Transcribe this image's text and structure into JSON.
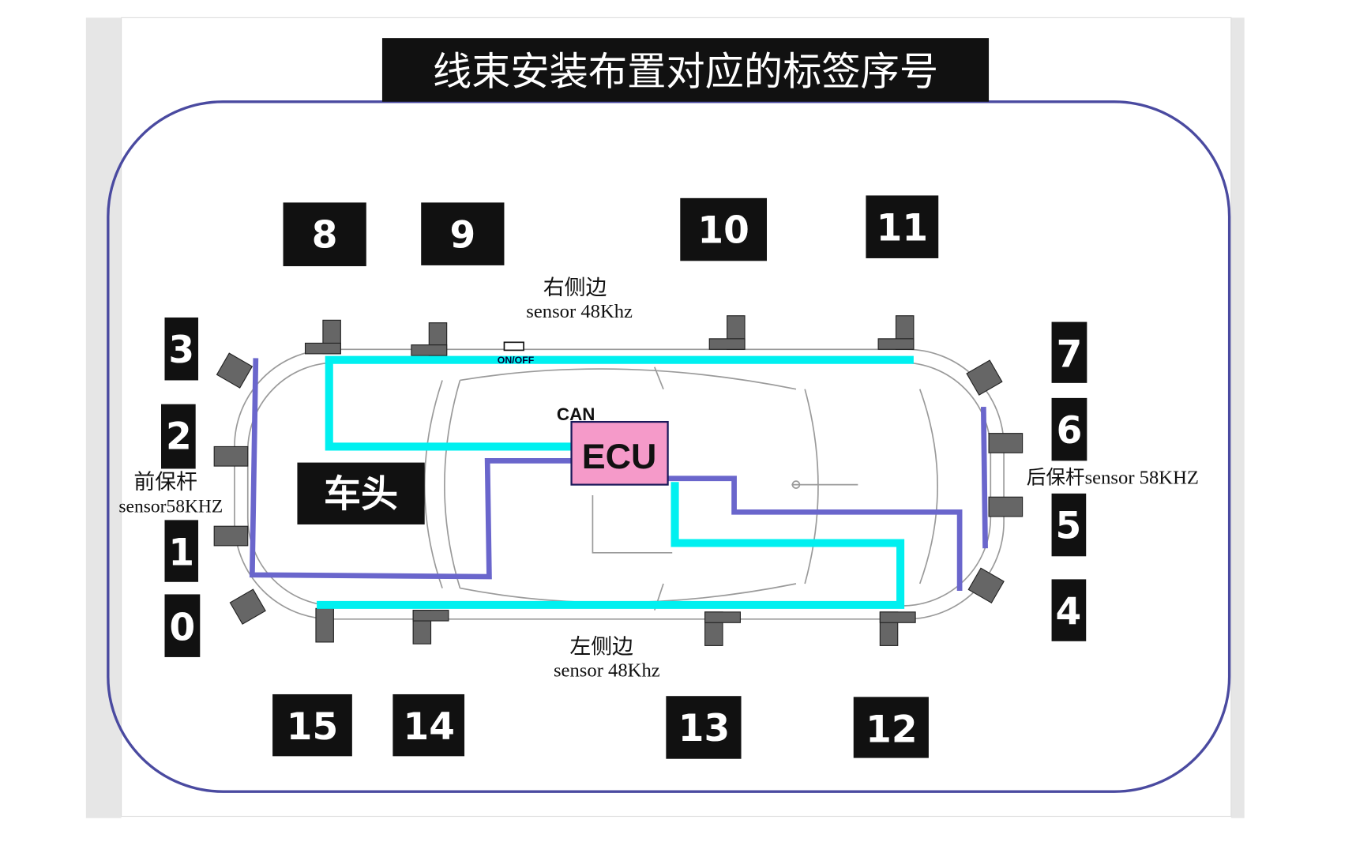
{
  "title": "线束安装布置对应的标签序号",
  "colors": {
    "cyan_wire": "#00f0f0",
    "purple_wire": "#6a66cc",
    "ecu_fill": "#f59ac9",
    "border": "#4a4aa0"
  },
  "labels": {
    "l0": "0",
    "l1": "1",
    "l2": "2",
    "l3": "3",
    "l4": "4",
    "l5": "5",
    "l6": "6",
    "l7": "7",
    "l8": "8",
    "l9": "9",
    "l10": "10",
    "l11": "11",
    "l12": "12",
    "l13": "13",
    "l14": "14",
    "l15": "15"
  },
  "car_front": "车头",
  "ecu": "ECU",
  "can": "CAN",
  "switch": "ON/OFF",
  "right_side": {
    "name": "右侧边",
    "sensor": "sensor 48Khz"
  },
  "left_side": {
    "name": "左侧边",
    "sensor": "sensor 48Khz"
  },
  "front_bumper": {
    "name": "前保杆",
    "sensor": "sensor58KHZ"
  },
  "rear_bumper": "后保杆sensor 58KHZ"
}
